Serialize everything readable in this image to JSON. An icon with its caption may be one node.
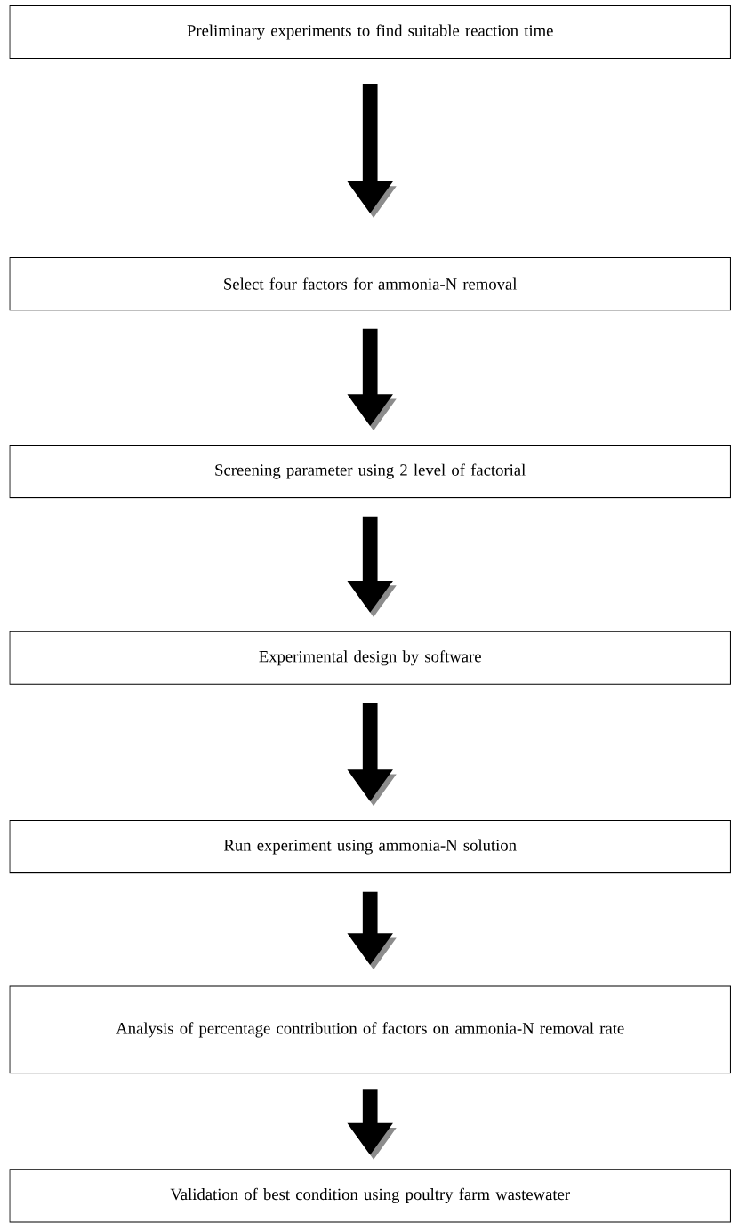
{
  "diagram": {
    "nodes": [
      {
        "text": [
          "Preliminary experiments to find suitable reaction time"
        ]
      },
      {
        "text": [
          "Select four factors for ammonia-N removal"
        ]
      },
      {
        "text": [
          "Screening parameter using 2 level of factorial"
        ]
      },
      {
        "text": [
          "Experimental design by software"
        ]
      },
      {
        "text": [
          "Run experiment using ammonia-N solution"
        ]
      },
      {
        "text": [
          "Analysis of percentage contribution of factors on ammonia-N removal rate"
        ]
      },
      {
        "text": [
          "Validation of best condition using poultry farm wastewater"
        ]
      }
    ],
    "edges": [
      {
        "from": 0,
        "to": 1,
        "arrow": "to"
      },
      {
        "from": 1,
        "to": 2,
        "arrow": "to"
      },
      {
        "from": 2,
        "to": 3,
        "arrow": "to"
      },
      {
        "from": 3,
        "to": 4,
        "arrow": "to"
      },
      {
        "from": 4,
        "to": 5,
        "arrow": "to"
      },
      {
        "from": 5,
        "to": 6,
        "arrow": "to"
      }
    ]
  }
}
